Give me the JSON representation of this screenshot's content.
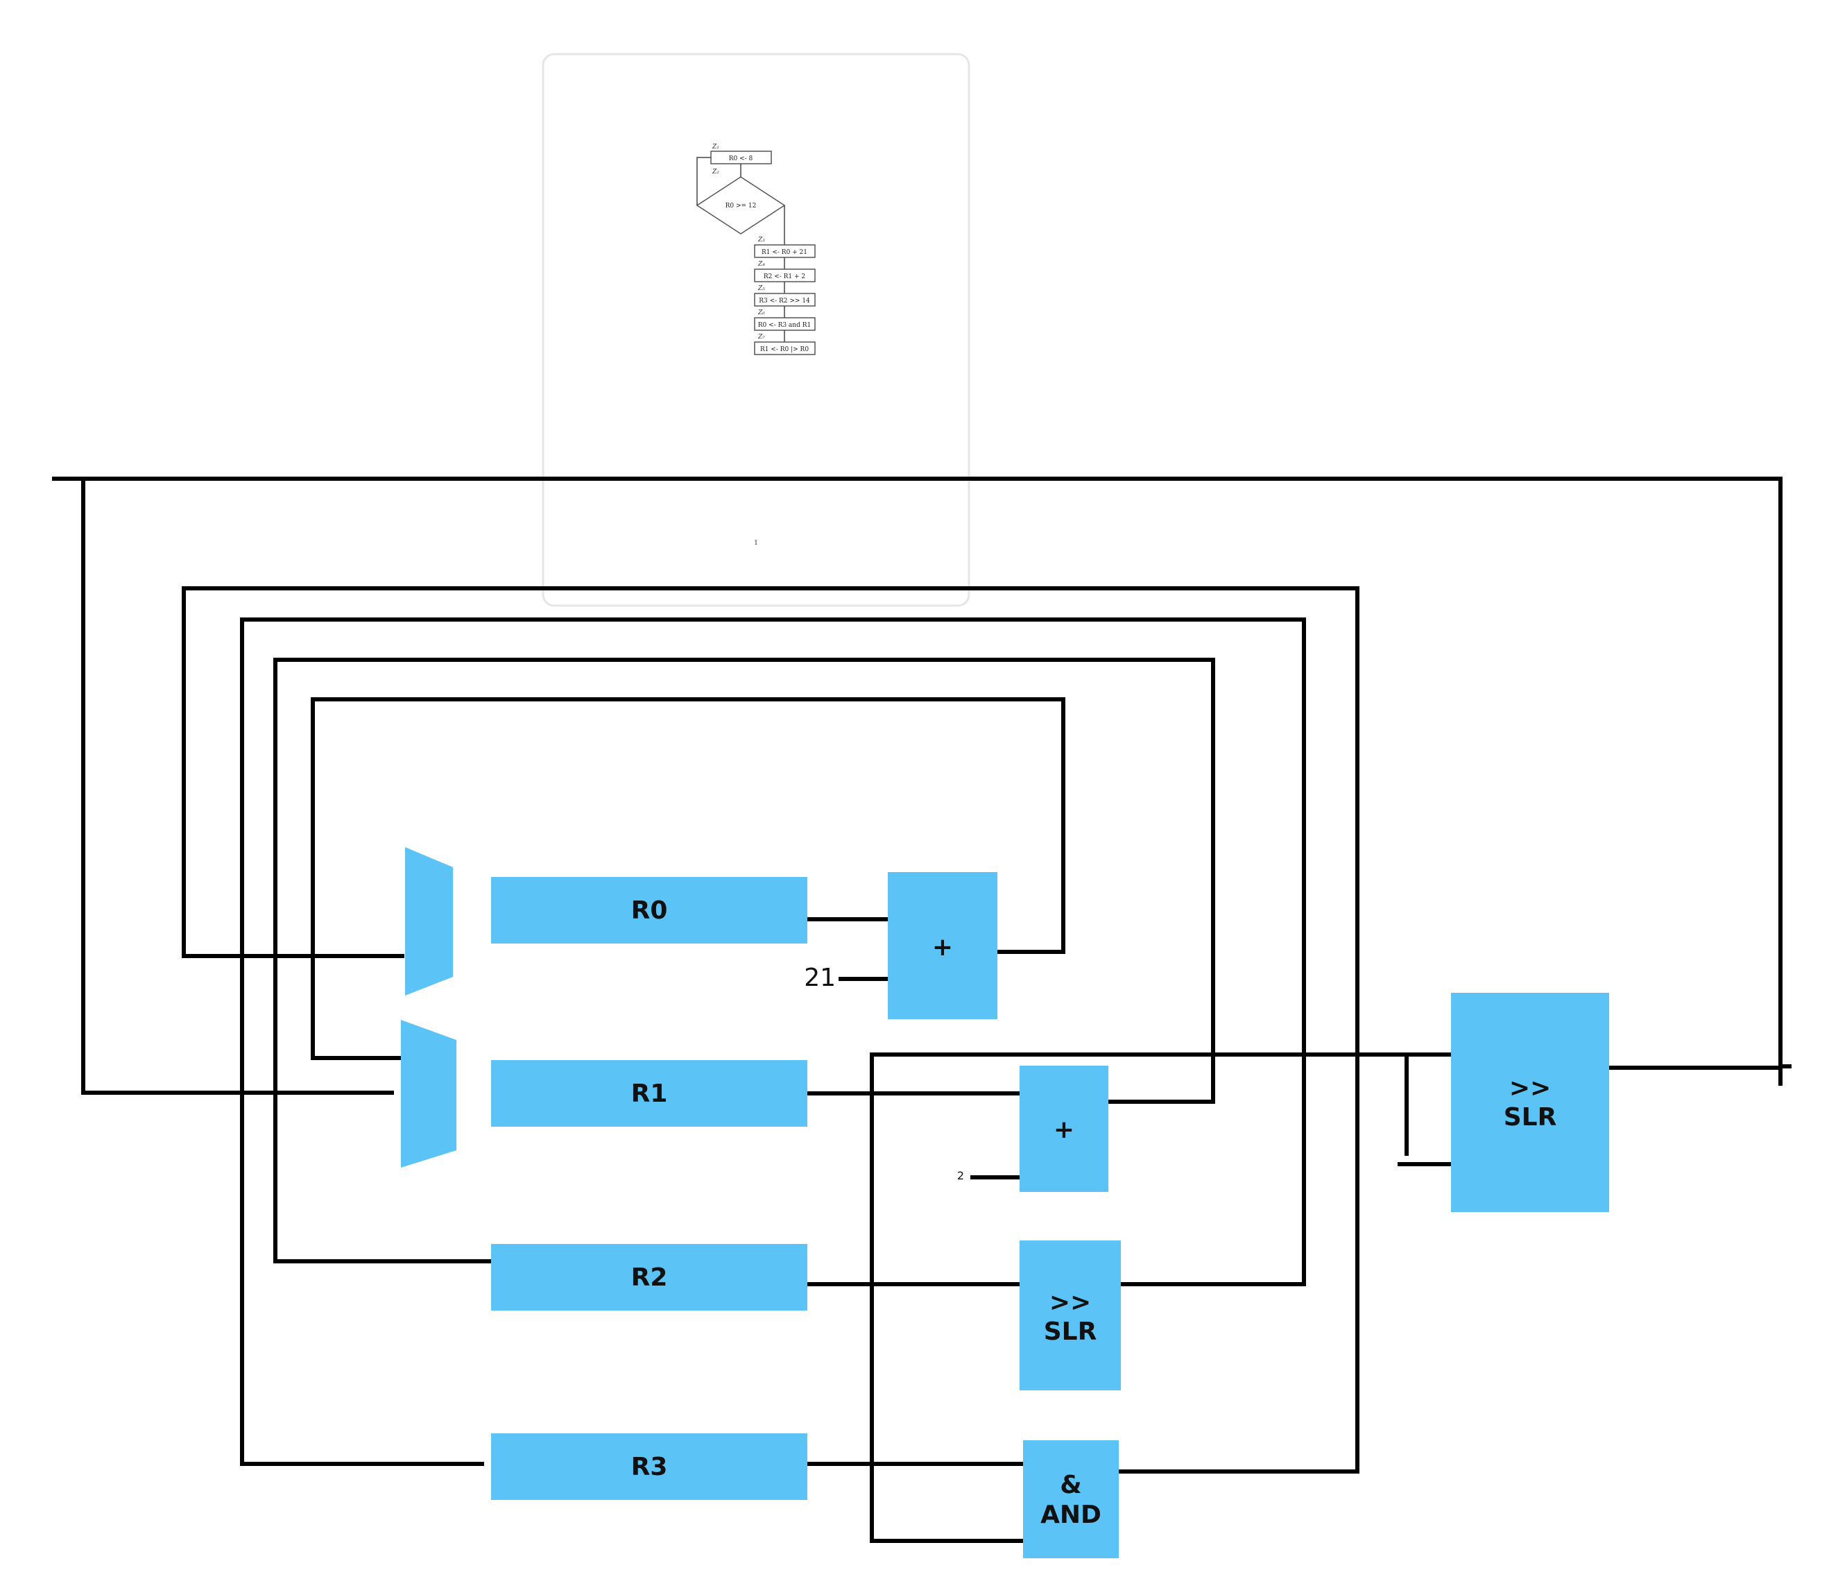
{
  "colors": {
    "block": "#5bc3f5",
    "wire": "#000000"
  },
  "flowchart": {
    "z1": "Z₁",
    "z2": "Z₂",
    "z3": "Z₃",
    "z4": "Z₄",
    "z5": "Z₅",
    "z6": "Z₆",
    "z7": "Z₇",
    "op1": "R0 <- 8",
    "cond": "R0 >= 12",
    "op3": "R1 <- R0 + 21",
    "op4": "R2 <- R1 + 2",
    "op5": "R3 <- R2 >> 14",
    "op6": "R0 <- R3 and R1",
    "op7": "R1 <- R0 |> R0",
    "page_number": "1"
  },
  "registers": {
    "r0": "R0",
    "r1": "R1",
    "r2": "R2",
    "r3": "R3"
  },
  "units": {
    "add1": "+",
    "add2": "+",
    "slr1_top": ">>",
    "slr1_bottom": "SLR",
    "and_top": "&",
    "and_bottom": "AND",
    "slr2_top": ">>",
    "slr2_bottom": "SLR"
  },
  "constants": {
    "c21": "21",
    "c2": "2"
  }
}
